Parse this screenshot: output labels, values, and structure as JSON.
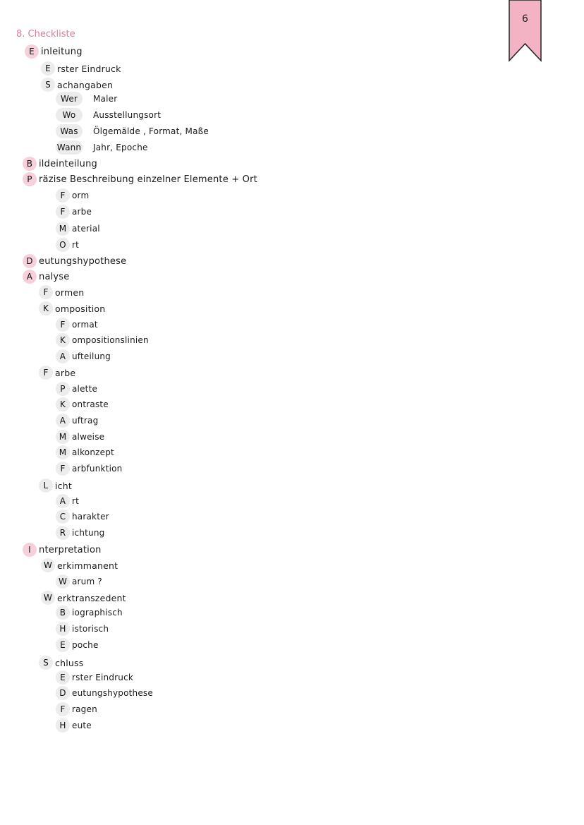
{
  "page": {
    "number": "6"
  },
  "title": "8. Checkliste",
  "sachangaben": [
    {
      "key": "Wer",
      "value": "Maler"
    },
    {
      "key": "Wo",
      "value": "Ausstellungsort"
    },
    {
      "key": "Was",
      "value": "Ölgemälde , Format, Maße"
    },
    {
      "key": "Wann",
      "value": "Jahr, Epoche"
    }
  ],
  "items": [
    {
      "initial": "E",
      "rest": "inleitung",
      "level": 1,
      "circle": "pink"
    },
    {
      "initial": "E",
      "rest": "rster Eindruck",
      "level": 2,
      "circle": "gray"
    },
    {
      "initial": "S",
      "rest": "achangaben",
      "level": 2,
      "circle": "gray"
    },
    {
      "initial": "B",
      "rest": "ildeinteilung",
      "level": 1,
      "circle": "pink"
    },
    {
      "initial": "P",
      "rest": "räzise Beschreibung einzelner Elemente + Ort",
      "level": 1,
      "circle": "pink"
    },
    {
      "initial": "F",
      "rest": "orm",
      "level": 3,
      "circle": "gray"
    },
    {
      "initial": "F",
      "rest": "arbe",
      "level": 3,
      "circle": "gray"
    },
    {
      "initial": "M",
      "rest": "aterial",
      "level": 3,
      "circle": "gray"
    },
    {
      "initial": "O",
      "rest": "rt",
      "level": 3,
      "circle": "gray"
    },
    {
      "initial": "D",
      "rest": "eutungshypothese",
      "level": 1,
      "circle": "pink"
    },
    {
      "initial": "A",
      "rest": "nalyse",
      "level": 1,
      "circle": "pink"
    },
    {
      "initial": "F",
      "rest": "ormen",
      "level": 2,
      "circle": "gray"
    },
    {
      "initial": "K",
      "rest": "omposition",
      "level": 2,
      "circle": "gray"
    },
    {
      "initial": "F",
      "rest": "ormat",
      "level": 3,
      "circle": "gray"
    },
    {
      "initial": "K",
      "rest": "ompositionslinien",
      "level": 3,
      "circle": "gray"
    },
    {
      "initial": "A",
      "rest": "ufteilung",
      "level": 3,
      "circle": "gray"
    },
    {
      "initial": "F",
      "rest": "arbe",
      "level": 2,
      "circle": "gray"
    },
    {
      "initial": "P",
      "rest": "alette",
      "level": 3,
      "circle": "gray"
    },
    {
      "initial": "K",
      "rest": "ontraste",
      "level": 3,
      "circle": "gray"
    },
    {
      "initial": "A",
      "rest": "uftrag",
      "level": 3,
      "circle": "gray"
    },
    {
      "initial": "M",
      "rest": "alweise",
      "level": 3,
      "circle": "gray"
    },
    {
      "initial": "M",
      "rest": "alkonzept",
      "level": 3,
      "circle": "gray"
    },
    {
      "initial": "F",
      "rest": "arbfunktion",
      "level": 3,
      "circle": "gray"
    },
    {
      "initial": "L",
      "rest": "icht",
      "level": 2,
      "circle": "gray"
    },
    {
      "initial": "A",
      "rest": "rt",
      "level": 3,
      "circle": "gray"
    },
    {
      "initial": "C",
      "rest": "harakter",
      "level": 3,
      "circle": "gray"
    },
    {
      "initial": "R",
      "rest": "ichtung",
      "level": 3,
      "circle": "gray"
    },
    {
      "initial": "I",
      "rest": "nterpretation",
      "level": 1,
      "circle": "pink"
    },
    {
      "initial": "W",
      "rest": "erkimmanent",
      "level": 2,
      "circle": "gray"
    },
    {
      "initial": "W",
      "rest": "arum ?",
      "level": 3,
      "circle": "gray"
    },
    {
      "initial": "W",
      "rest": "erktranszedent",
      "level": 2,
      "circle": "gray"
    },
    {
      "initial": "B",
      "rest": "iographisch",
      "level": 3,
      "circle": "gray"
    },
    {
      "initial": "H",
      "rest": "istorisch",
      "level": 3,
      "circle": "gray"
    },
    {
      "initial": "E",
      "rest": "poche",
      "level": 3,
      "circle": "gray"
    },
    {
      "initial": "S",
      "rest": "chluss",
      "level": 2,
      "circle": "gray"
    },
    {
      "initial": "E",
      "rest": "rster Eindruck",
      "level": 3,
      "circle": "gray"
    },
    {
      "initial": "D",
      "rest": "eutungshypothese",
      "level": 3,
      "circle": "gray"
    },
    {
      "initial": "F",
      "rest": "ragen",
      "level": 3,
      "circle": "gray"
    },
    {
      "initial": "H",
      "rest": "eute",
      "level": 3,
      "circle": "gray"
    }
  ]
}
